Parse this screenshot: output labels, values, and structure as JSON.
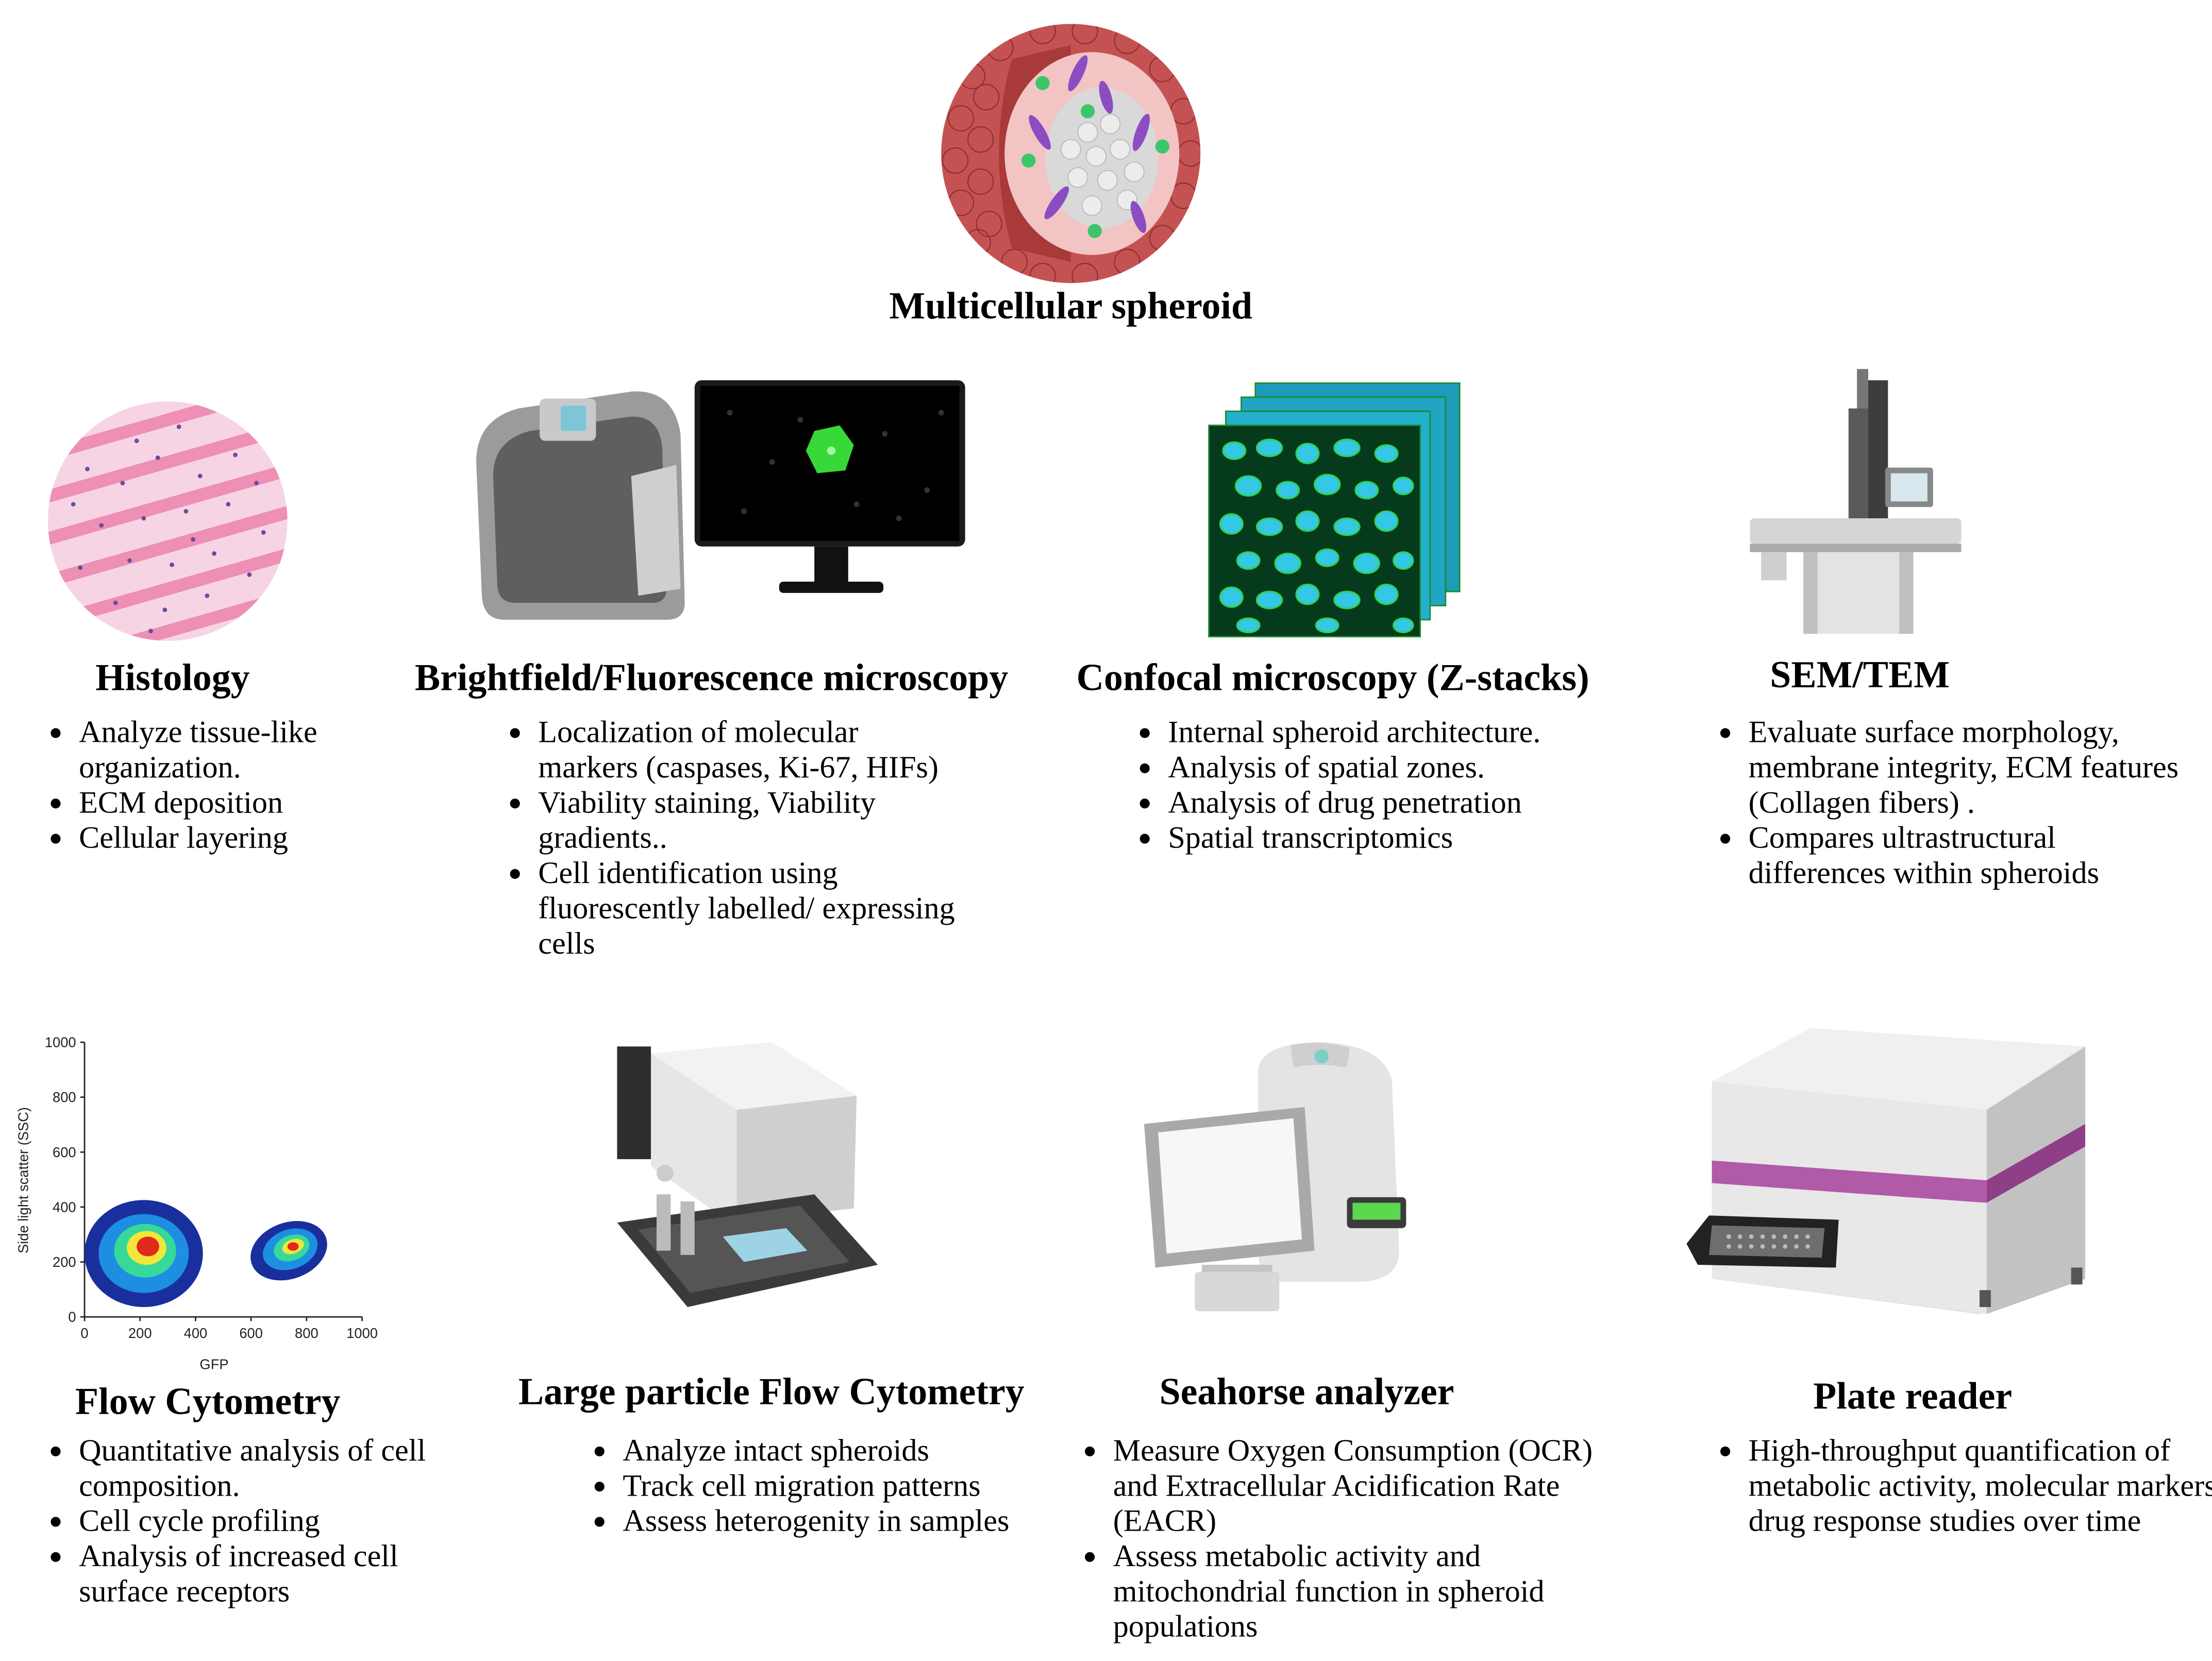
{
  "header": {
    "title": "Multicellular spheroid",
    "spheroid_icon": "spheroid-cross-section-icon"
  },
  "techniques": [
    {
      "id": "histology",
      "title": "Histology",
      "icon": "histology-slide-icon",
      "bullets": [
        "Analyze tissue-like organization.",
        "ECM deposition",
        "Cellular layering"
      ]
    },
    {
      "id": "brightfield",
      "title": "Brightfield/Fluorescence microscopy",
      "icon": "fluorescence-microscope-icon",
      "bullets": [
        "Localization of molecular markers (caspases, Ki-67, HIFs)",
        "Viability staining, Viability gradients..",
        "Cell identification using fluorescently labelled/ expressing cells"
      ]
    },
    {
      "id": "confocal",
      "title": "Confocal microscopy (Z-stacks)",
      "icon": "confocal-zstack-icon",
      "bullets": [
        "Internal spheroid architecture.",
        "Analysis of spatial zones.",
        "Analysis of drug penetration",
        "Spatial transcriptomics"
      ]
    },
    {
      "id": "semtem",
      "title": "SEM/TEM",
      "icon": "electron-microscope-icon",
      "bullets": [
        "Evaluate surface morphology, membrane integrity, ECM features (Collagen fibers) .",
        "Compares ultrastructural differences within spheroids"
      ]
    },
    {
      "id": "flow",
      "title": "Flow Cytometry",
      "icon": "flow-cytometry-plot-icon",
      "bullets": [
        "Quantitative analysis of cell composition.",
        "Cell cycle profiling",
        "Analysis of increased cell surface receptors"
      ]
    },
    {
      "id": "largeflow",
      "title": "Large particle Flow Cytometry",
      "icon": "large-particle-cytometer-icon",
      "bullets": [
        "Analyze intact spheroids",
        "Track cell migration patterns",
        "Assess heterogenity in samples"
      ]
    },
    {
      "id": "seahorse",
      "title": "Seahorse analyzer",
      "icon": "seahorse-analyzer-icon",
      "bullets": [
        "Measure Oxygen Consumption (OCR) and Extracellular Acidification Rate (EACR)",
        "Assess metabolic activity and mitochondrial function in spheroid populations"
      ]
    },
    {
      "id": "plate",
      "title": "Plate reader",
      "icon": "plate-reader-icon",
      "bullets": [
        "High-throughput quantification of metabolic activity, molecular markers, drug response studies over time"
      ]
    }
  ],
  "flow_plot": {
    "xlabel": "GFP",
    "ylabel": "Side light scatter (SSC)",
    "xticks": [
      "0",
      "200",
      "400",
      "600",
      "800",
      "1000"
    ],
    "yticks": [
      "0",
      "200",
      "400",
      "600",
      "800",
      "1000"
    ]
  },
  "colors": {
    "spheroid_outer": "#b84a4a",
    "spheroid_inner": "#f6c9c9",
    "histology_pink": "#f2a6c6",
    "confocal_cyan": "#35c7e6",
    "confocal_green": "#2fd14a",
    "plate_band": "#b05aa8"
  }
}
